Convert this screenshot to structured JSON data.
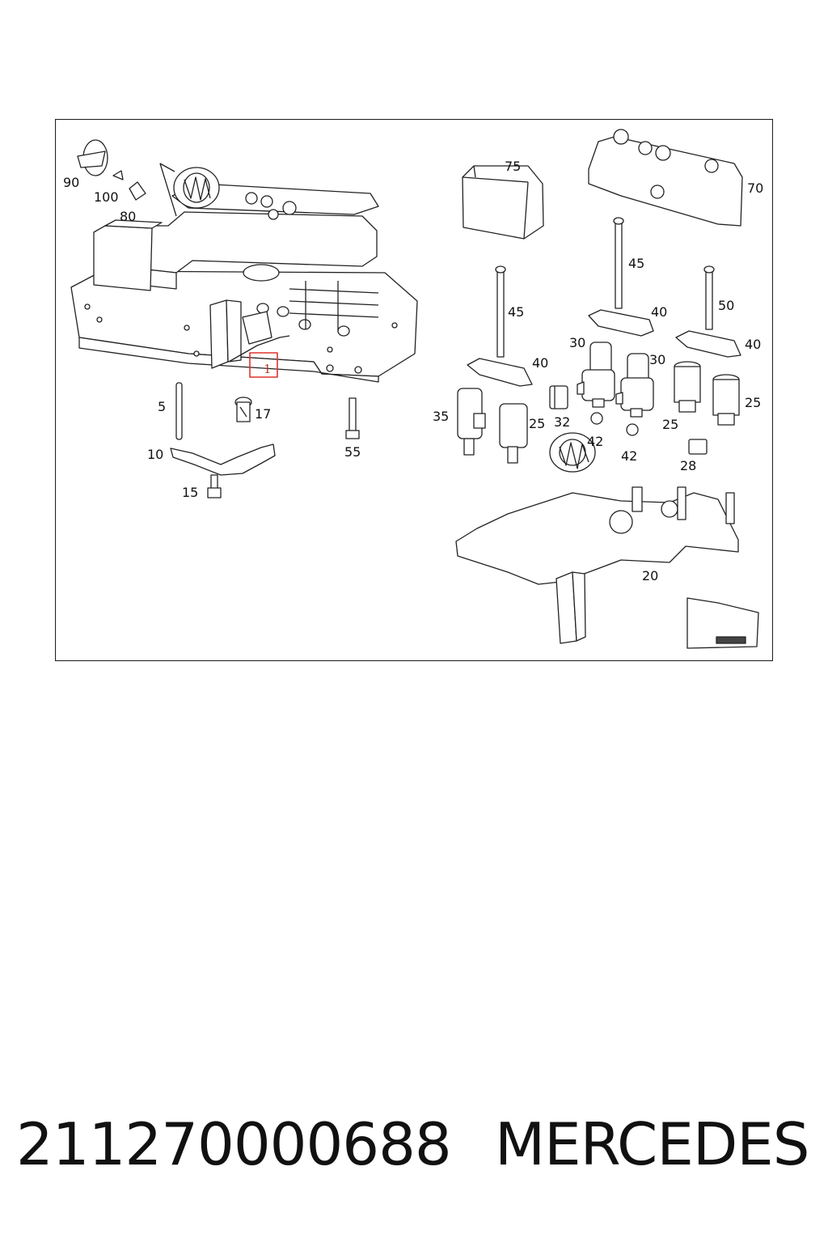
{
  "diagram": {
    "labels": {
      "l90": "90",
      "l100": "100",
      "l80": "80",
      "l1": "1",
      "l5": "5",
      "l17": "17",
      "l55": "55",
      "l10": "10",
      "l15": "15",
      "l75": "75",
      "l70": "70",
      "l45a": "45",
      "l45b": "45",
      "l50": "50",
      "l40a": "40",
      "l40b": "40",
      "l40c": "40",
      "l30a": "30",
      "l30b": "30",
      "l35": "35",
      "l25a": "25",
      "l32": "32",
      "l42a": "42",
      "l42b": "42",
      "l25b": "25",
      "l25c": "25",
      "l28": "28",
      "l20": "20"
    },
    "highlight_color": "#e0342b"
  },
  "caption": {
    "part_number": "211270000688",
    "brand": "MERCEDES"
  }
}
